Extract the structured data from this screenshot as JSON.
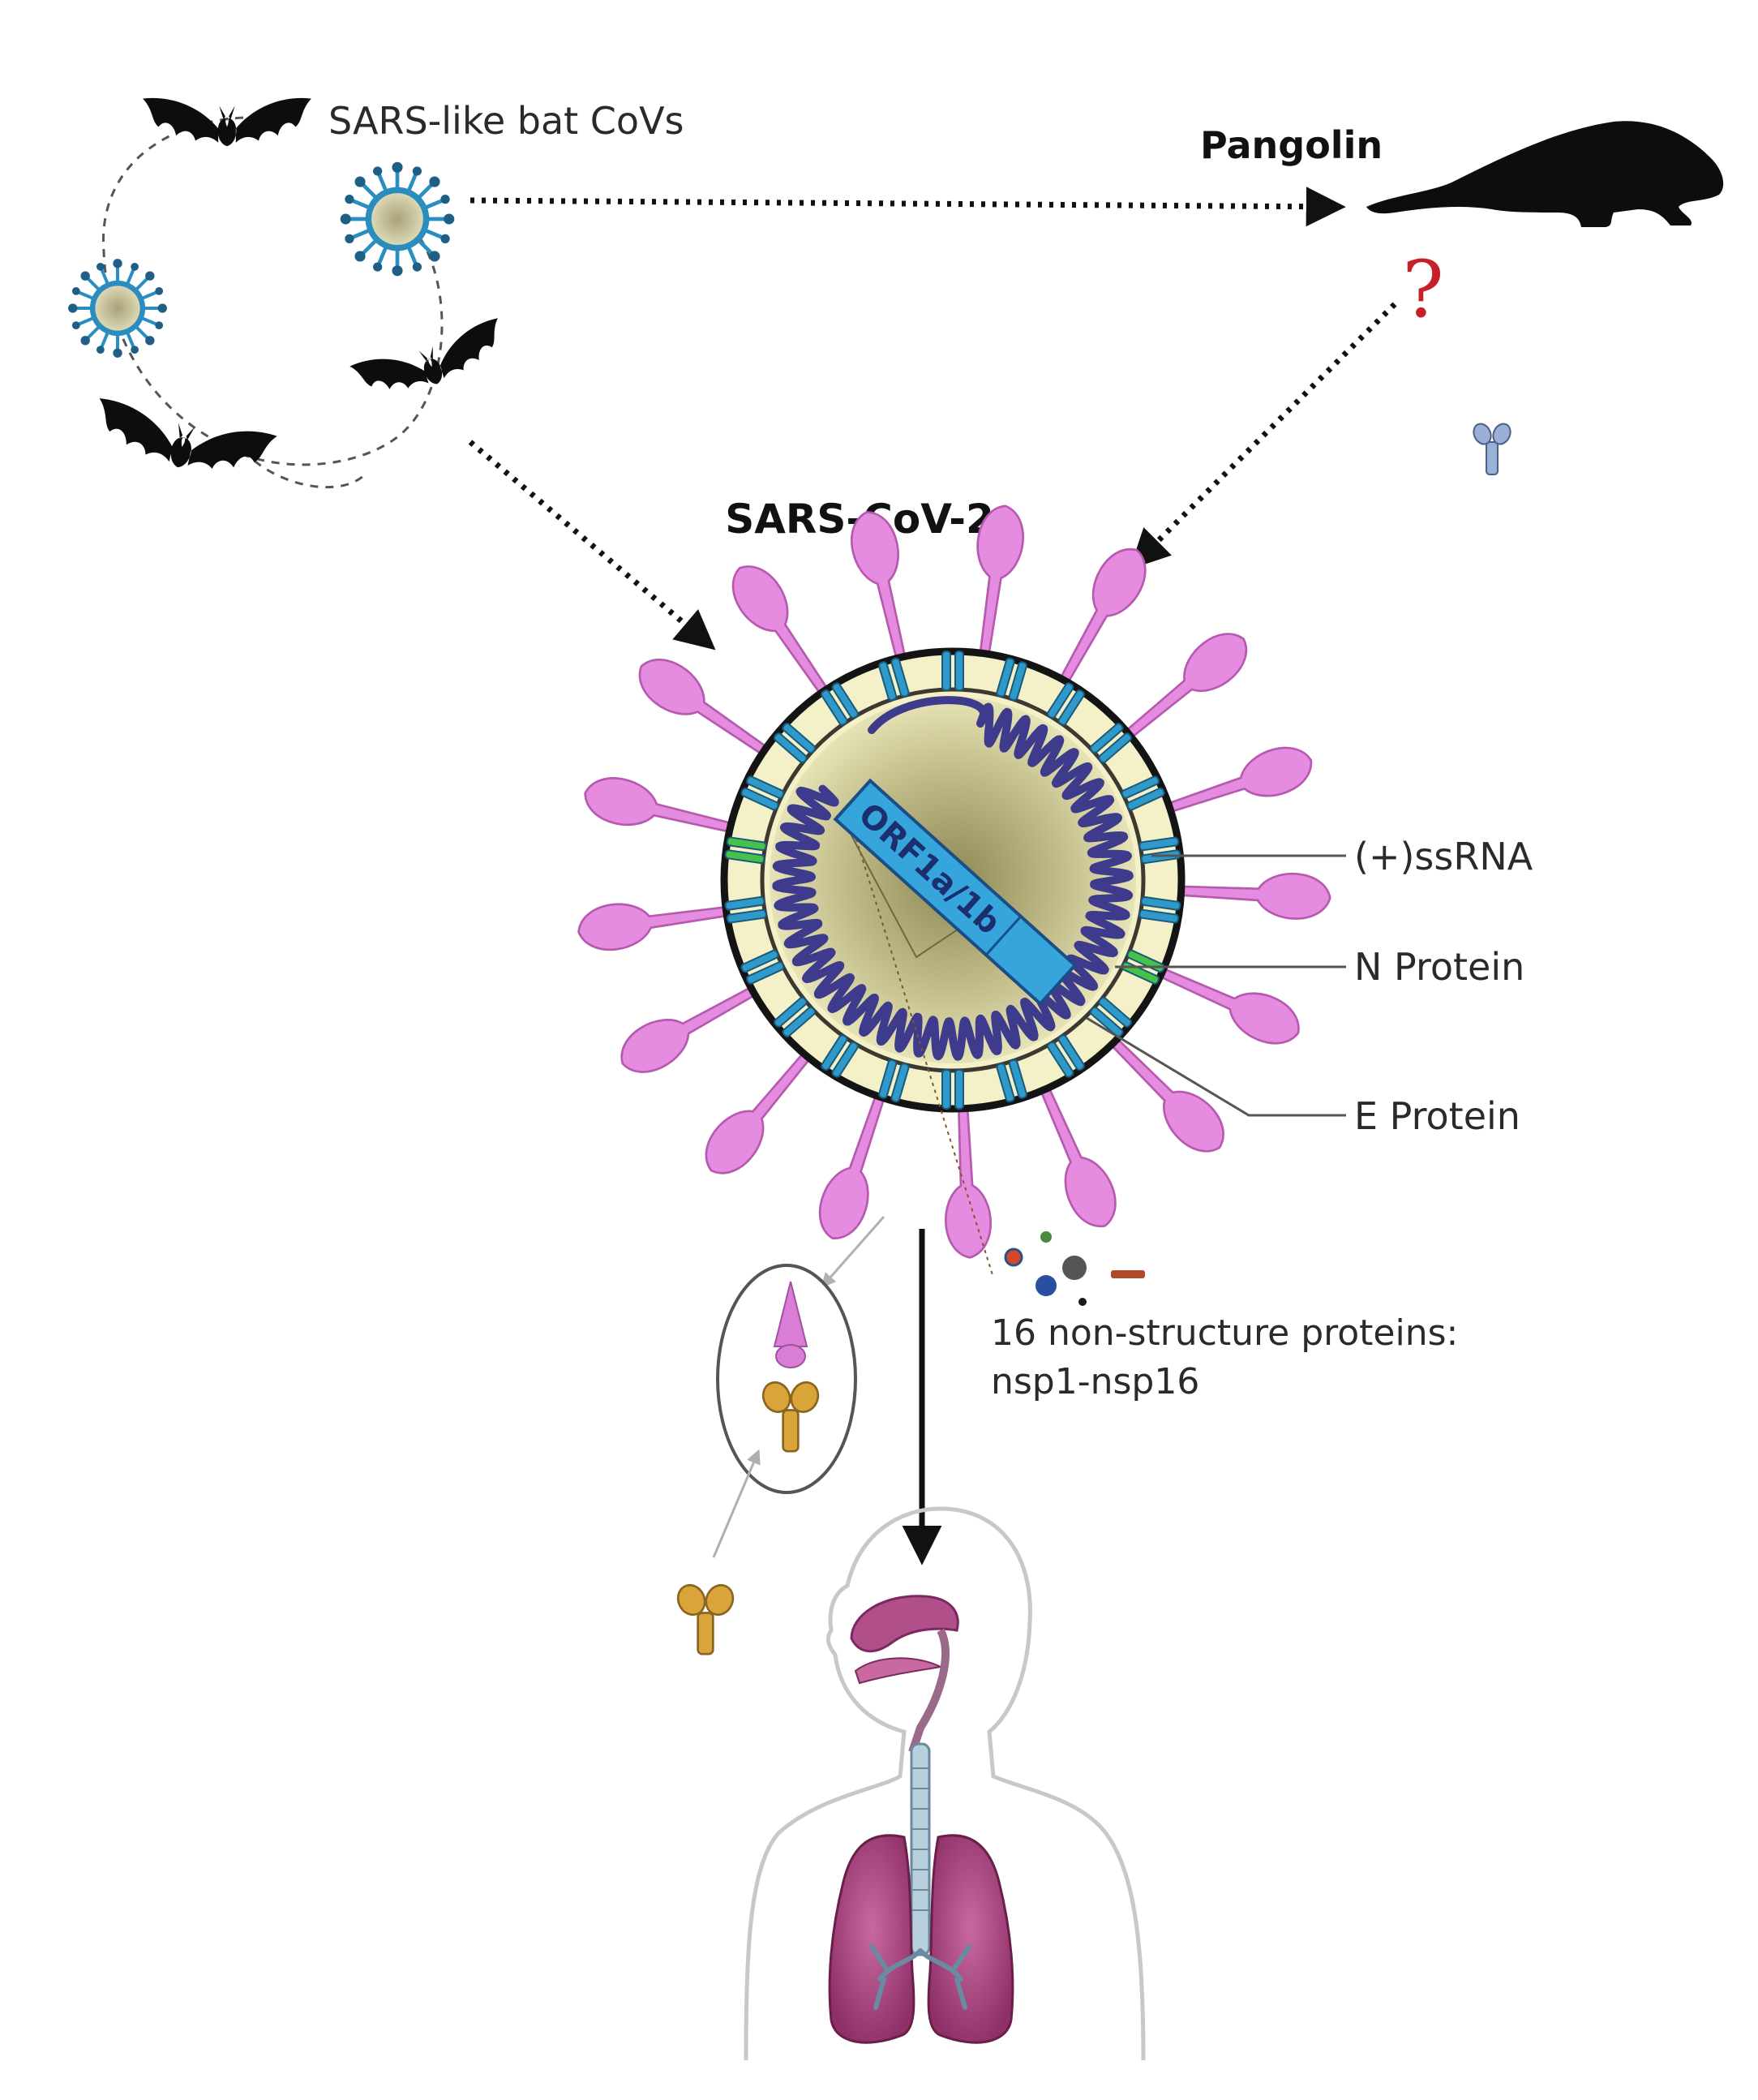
{
  "labels": {
    "bat_covs": "SARS-like bat CoVs",
    "pangolin": "Pangolin",
    "question": "?",
    "virus": "SARS-CoV-2",
    "orf": "ORF1a/1b",
    "ssrna": "(+)ssRNA",
    "n_protein": "N Protein",
    "e_protein": "E Protein",
    "nsp_line1": "16 non-structure proteins:",
    "nsp_line2": "nsp1-nsp16"
  },
  "colors": {
    "spike": "#e58be0",
    "spike_edge": "#b65ab0",
    "membrane_protein": "#2f9ac9",
    "e_protein": "#46c24a",
    "rna": "#3e3a8c",
    "orf_box": "#35a5dc",
    "core_light": "#e6e3b6",
    "core_dark": "#8d8955",
    "shell": "#f4f1c8",
    "question_mark": "#c8202a",
    "lungs": "#a8407e",
    "airway": "#b04f8a",
    "receptor": "#d9a43a"
  }
}
